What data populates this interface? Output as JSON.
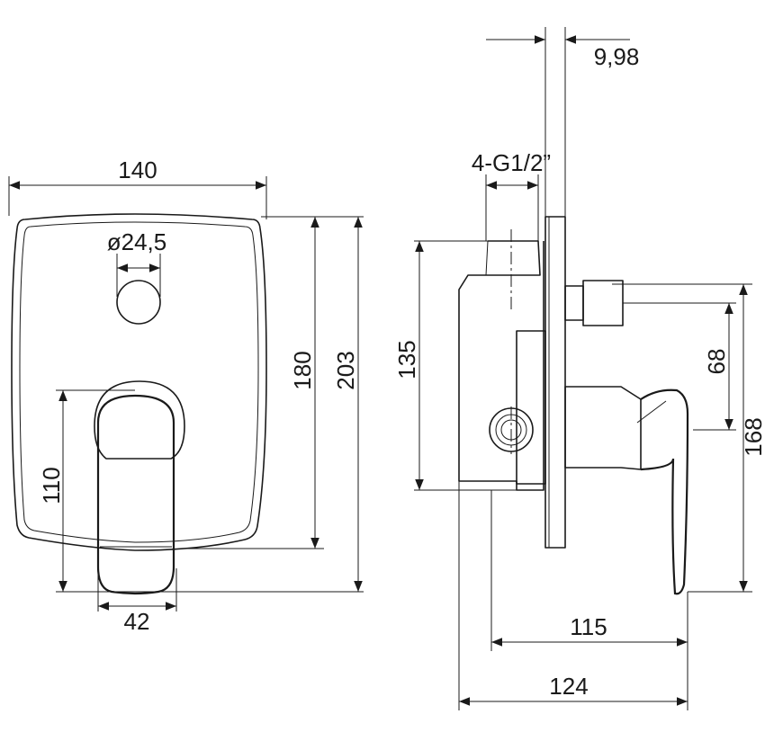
{
  "front_view": {
    "width_label": "140",
    "hole_diameter_label": "ø24,5",
    "plate_height_label": "180",
    "overall_height_label": "203",
    "lever_height_label": "110",
    "lever_width_label": "42"
  },
  "side_view": {
    "plate_thickness_label": "9,98",
    "connection_label": "4-G1/2”",
    "body_height_label": "135",
    "lever_offset_label": "68",
    "projection_height_label": "168",
    "depth_inner_label": "115",
    "depth_overall_label": "124"
  }
}
